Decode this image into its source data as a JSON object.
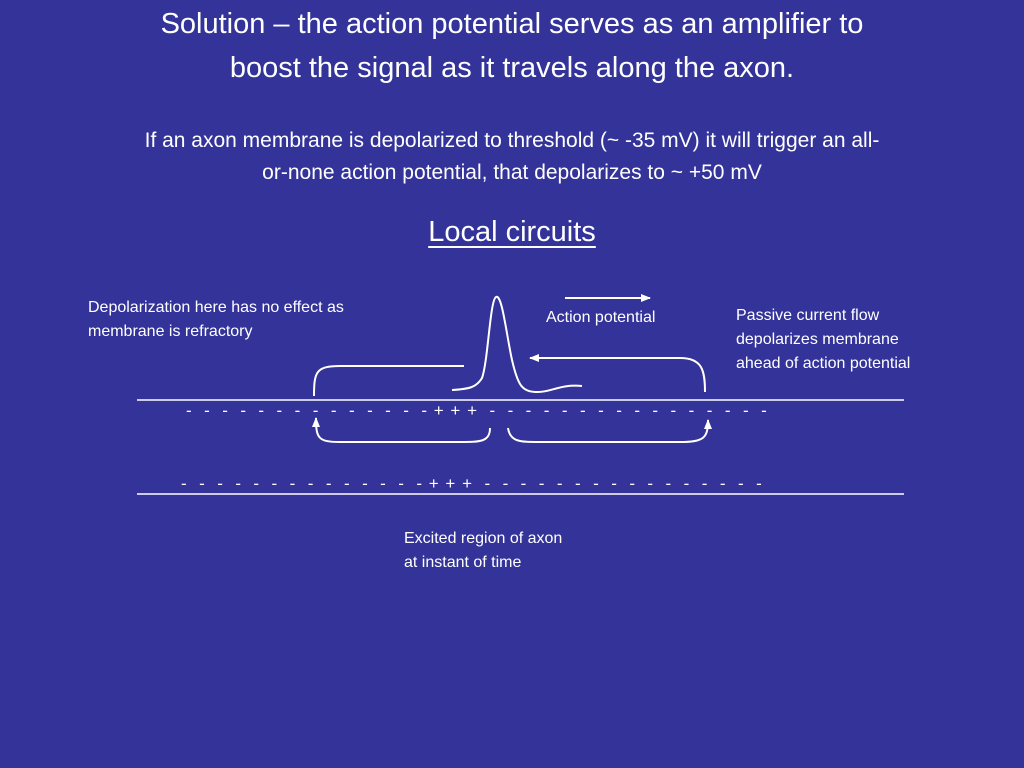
{
  "title": {
    "line1": "Solution – the action potential serves as an amplifier to",
    "line2": "boost the signal as it travels along the axon."
  },
  "subtitle": {
    "line1": "If an axon membrane is depolarized to threshold (~ -35 mV) it will trigger an all-",
    "line2": "or-none action potential, that depolarizes to ~ +50 mV"
  },
  "heading": "Local circuits",
  "labels": {
    "refractory": {
      "line1": "Depolarization here has no effect as",
      "line2": "membrane is refractory"
    },
    "action_potential": "Action potential",
    "passive": {
      "line1": "Passive current flow",
      "line2": "depolarizes membrane",
      "line3": "ahead of action potential"
    },
    "excited": {
      "line1": "Excited region of axon",
      "line2": "at instant of time"
    }
  },
  "membrane": {
    "upper_charges": "-  -  -  -  -  -  -  -  -  -  -  -  -  - + + +  -  -  -  -  -  -  -  -  -  -  -  -  -  -  -  -",
    "lower_charges": "-  -  -  -  -  -  -  -  -  -  -  -  -  - + + +  -  -  -  -  -  -  -  -  -  -  -  -  -  -  -  -"
  },
  "colors": {
    "background": "#333399",
    "foreground": "#ffffff"
  }
}
